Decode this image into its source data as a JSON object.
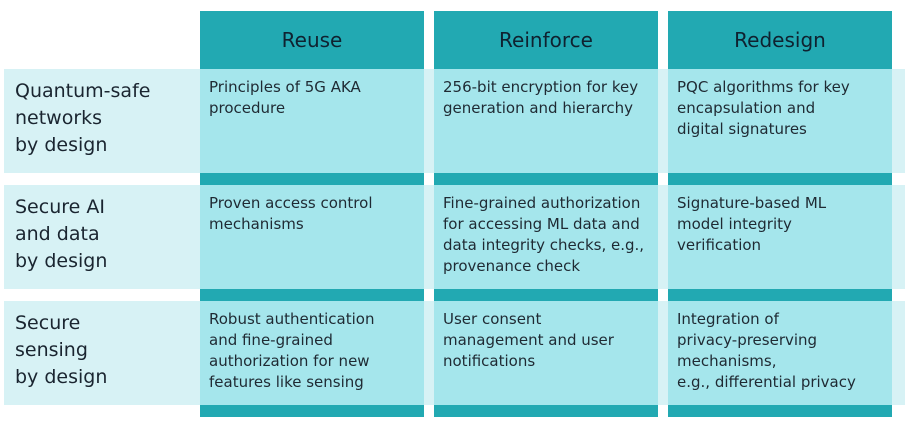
{
  "columns": [
    "Reuse",
    "Reinforce",
    "Redesign"
  ],
  "rows": [
    {
      "label": "Quantum-safe\nnetworks\nby design",
      "cells": [
        "Principles of 5G AKA\nprocedure",
        "256-bit encryption for key\ngeneration and hierarchy",
        "PQC algorithms for key\nencapsulation and\ndigital signatures"
      ]
    },
    {
      "label": "Secure AI\nand data\nby design",
      "cells": [
        "Proven access control\nmechanisms",
        "Fine-grained authorization\nfor accessing ML data and\ndata integrity checks, e.g.,\nprovenance check",
        "Signature-based ML\nmodel integrity\nverification"
      ]
    },
    {
      "label": "Secure\nsensing\nby design",
      "cells": [
        "Robust authentication\nand fine-grained\nauthorization for new\nfeatures like sensing",
        "User consent\nmanagement and user\nnotifications",
        "Integration of\nprivacy-preserving\nmechanisms,\ne.g., differential privacy"
      ]
    }
  ],
  "colors": {
    "header": "#22a9b2",
    "cell": "#a5e6ec",
    "row_band": "#d7f2f5"
  }
}
